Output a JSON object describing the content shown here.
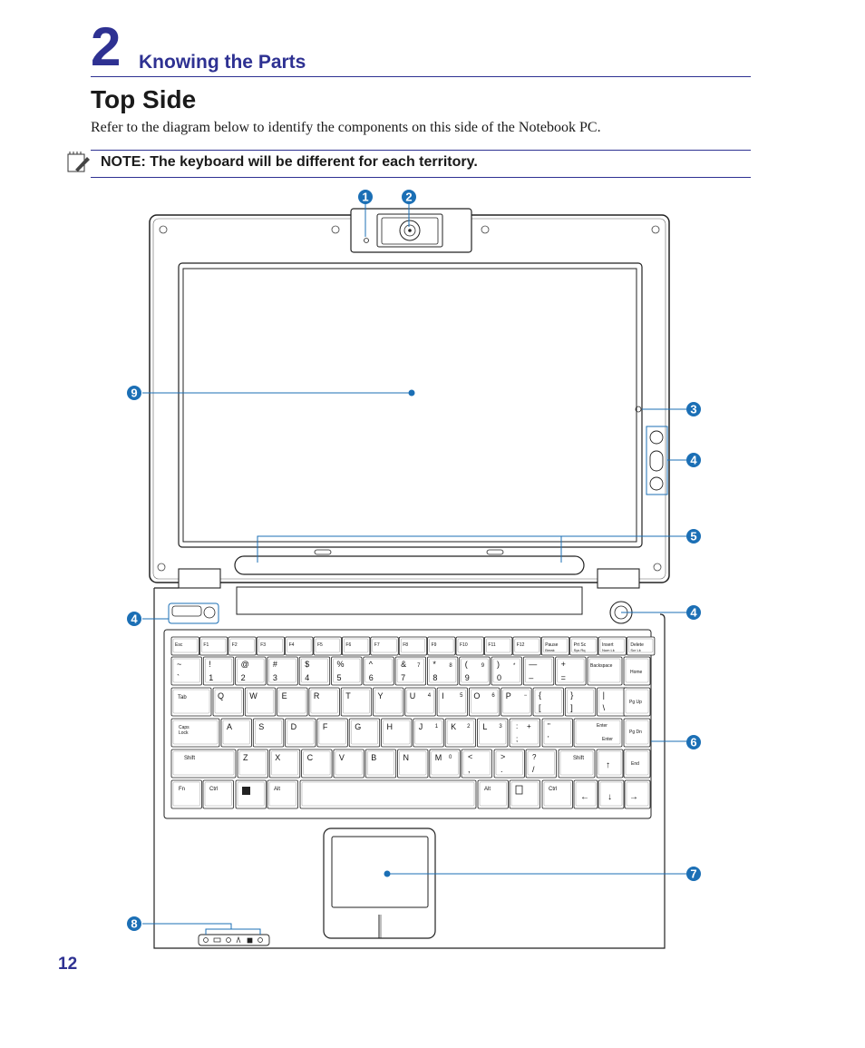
{
  "header": {
    "chapter_number": "2",
    "chapter_title": "Knowing the Parts"
  },
  "page_title": "Top Side",
  "intro_text": "Refer to the diagram below to identify the components on this side of the Notebook PC.",
  "note": {
    "icon": "note-pencil-icon",
    "text": "NOTE: The keyboard will be different for each territory."
  },
  "page_number": "12",
  "colors": {
    "accent": "#2e3192",
    "callout": "#1b6fb5"
  },
  "callouts": [
    "1",
    "2",
    "3",
    "4",
    "5",
    "6",
    "7",
    "8",
    "9"
  ],
  "keyboard": {
    "fn_row": [
      "Esc",
      "F1",
      "F2",
      "F3",
      "F4",
      "F5",
      "F6",
      "F7",
      "F8",
      "F9",
      "F10",
      "F11",
      "F12",
      "Pause",
      "Prt Sc",
      "Insert",
      "Delete"
    ],
    "fn_row_sub": [
      "",
      "",
      "",
      "",
      "",
      "",
      "",
      "",
      "",
      "",
      "",
      "",
      "",
      "Break",
      "Sys Rq",
      "Num Lk",
      "Scr Lk"
    ],
    "num_row_top": [
      "~",
      "!",
      "@",
      "#",
      "$",
      "%",
      "^",
      "&",
      "*",
      "(",
      ")",
      "—",
      "+"
    ],
    "num_row_bottom": [
      "`",
      "1",
      "2",
      "3",
      "4",
      "5",
      "6",
      "7",
      "8",
      "9",
      "0",
      "–",
      "="
    ],
    "num_row_fn": [
      "",
      "",
      "",
      "",
      "",
      "",
      "",
      "7",
      "8",
      "9",
      "*",
      "",
      ""
    ],
    "backspace": "Backspace",
    "home": "Home",
    "tab": "Tab",
    "q_row": [
      "Q",
      "W",
      "E",
      "R",
      "T",
      "Y",
      "U",
      "I",
      "O",
      "P"
    ],
    "q_row_fn": [
      "",
      "",
      "",
      "",
      "",
      "",
      "4",
      "5",
      "6",
      "−"
    ],
    "bracket_top": [
      "{",
      "}",
      "|"
    ],
    "bracket_bottom": [
      "[",
      "]",
      "\\"
    ],
    "pgup": "Pg Up",
    "caps_lock": [
      "Caps",
      "Lock"
    ],
    "a_row": [
      "A",
      "S",
      "D",
      "F",
      "G",
      "H",
      "J",
      "K",
      "L"
    ],
    "a_row_fn": [
      "",
      "",
      "",
      "",
      "",
      "",
      "1",
      "2",
      "3"
    ],
    "semicolon_top": [
      ":",
      "+"
    ],
    "semicolon_bottom": ";",
    "quote_top": "\"",
    "quote_bottom": "'",
    "enter": "Enter",
    "pgdn": "Pg Dn",
    "shift": "Shift",
    "z_row": [
      "Z",
      "X",
      "C",
      "V",
      "B",
      "N",
      "M"
    ],
    "m_fn": "0",
    "comma_top": "<",
    "comma_bottom": ",",
    "period_top": ">",
    "period_bottom": ".",
    "slash_top": "?",
    "slash_bottom": "/",
    "end": "End",
    "fn": "Fn",
    "ctrl": "Ctrl",
    "alt": "Alt"
  }
}
